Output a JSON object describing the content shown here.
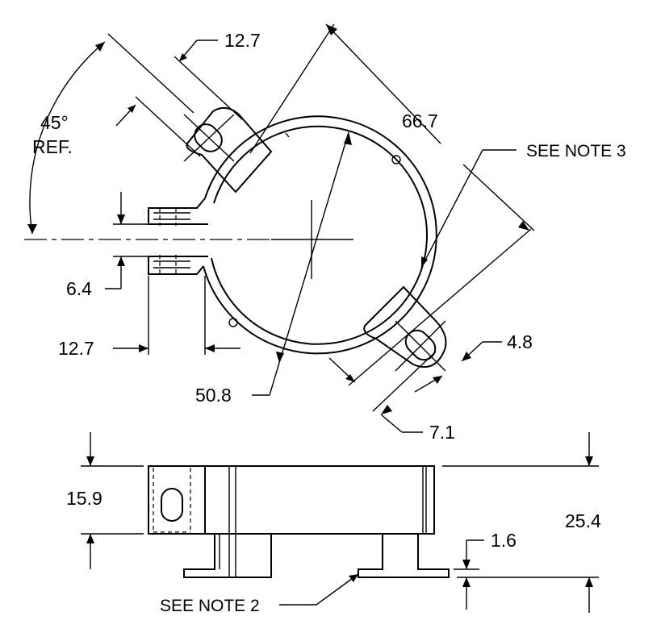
{
  "dimensions": {
    "tab_width_top": "12.7",
    "outer_span": "66.7",
    "angle": "45°",
    "angle_note": "REF.",
    "gap": "6.4",
    "tab_width_left": "12.7",
    "inner_diameter": "50.8",
    "slot_width": "4.8",
    "tab_length": "7.1",
    "height_lower": "15.9",
    "height_total": "25.4",
    "thickness": "1.6"
  },
  "notes": {
    "note_3": "SEE NOTE 3",
    "note_2": "SEE NOTE 2"
  }
}
